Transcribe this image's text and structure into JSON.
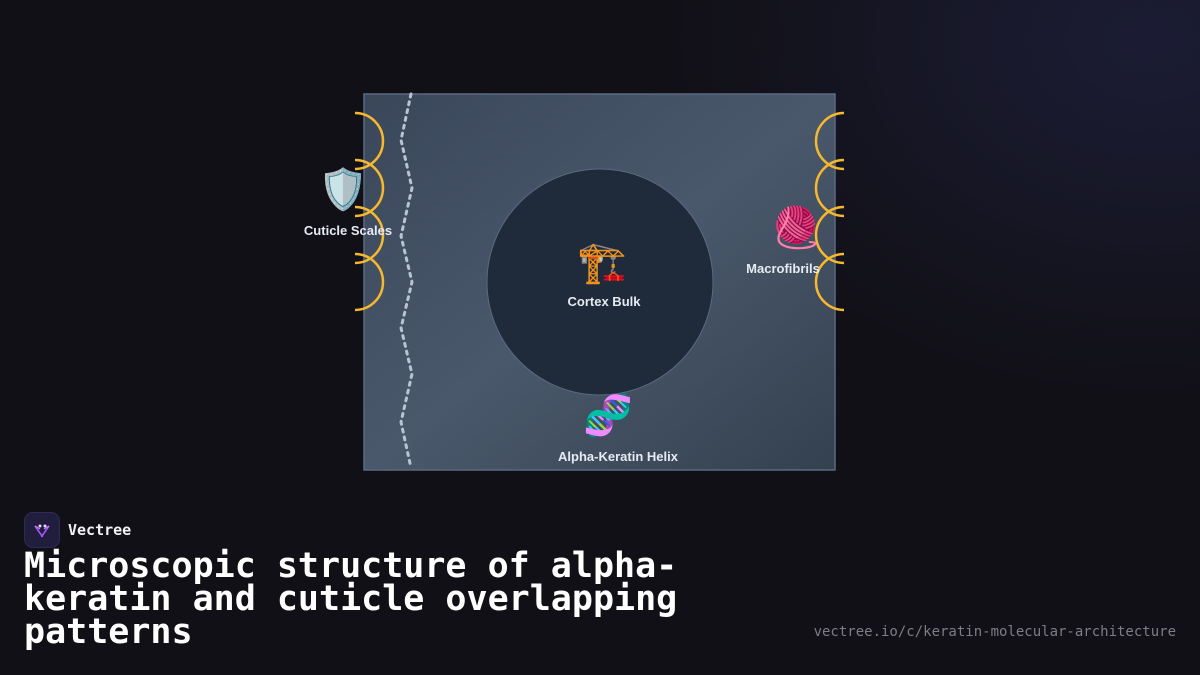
{
  "brand": {
    "name": "Vectree"
  },
  "title": "Microscopic structure of alpha-keratin and cuticle overlapping patterns",
  "url": "vectree.io/c/keratin-molecular-architecture",
  "diagram": {
    "nodes": {
      "cuticle": {
        "icon": "🛡️",
        "icon_name": "shield-icon",
        "label": "Cuticle Scales"
      },
      "cortex": {
        "icon": "🏗️",
        "icon_name": "crane-icon",
        "label": "Cortex Bulk"
      },
      "macrofibrils": {
        "icon": "🧶",
        "icon_name": "yarn-icon",
        "label": "Macrofibrils"
      },
      "helix": {
        "icon": "🧬",
        "icon_name": "dna-icon",
        "label": "Alpha-Keratin Helix"
      }
    }
  },
  "colors": {
    "background": "#111016",
    "panel_fill": "#3c4a5e",
    "panel_border": "#5b6a80",
    "core_fill": "#1f2a3a",
    "scale_arcs": "#f6b82e",
    "dashed_line": "#b8c3d3",
    "logo_accent": "#a855f7"
  }
}
